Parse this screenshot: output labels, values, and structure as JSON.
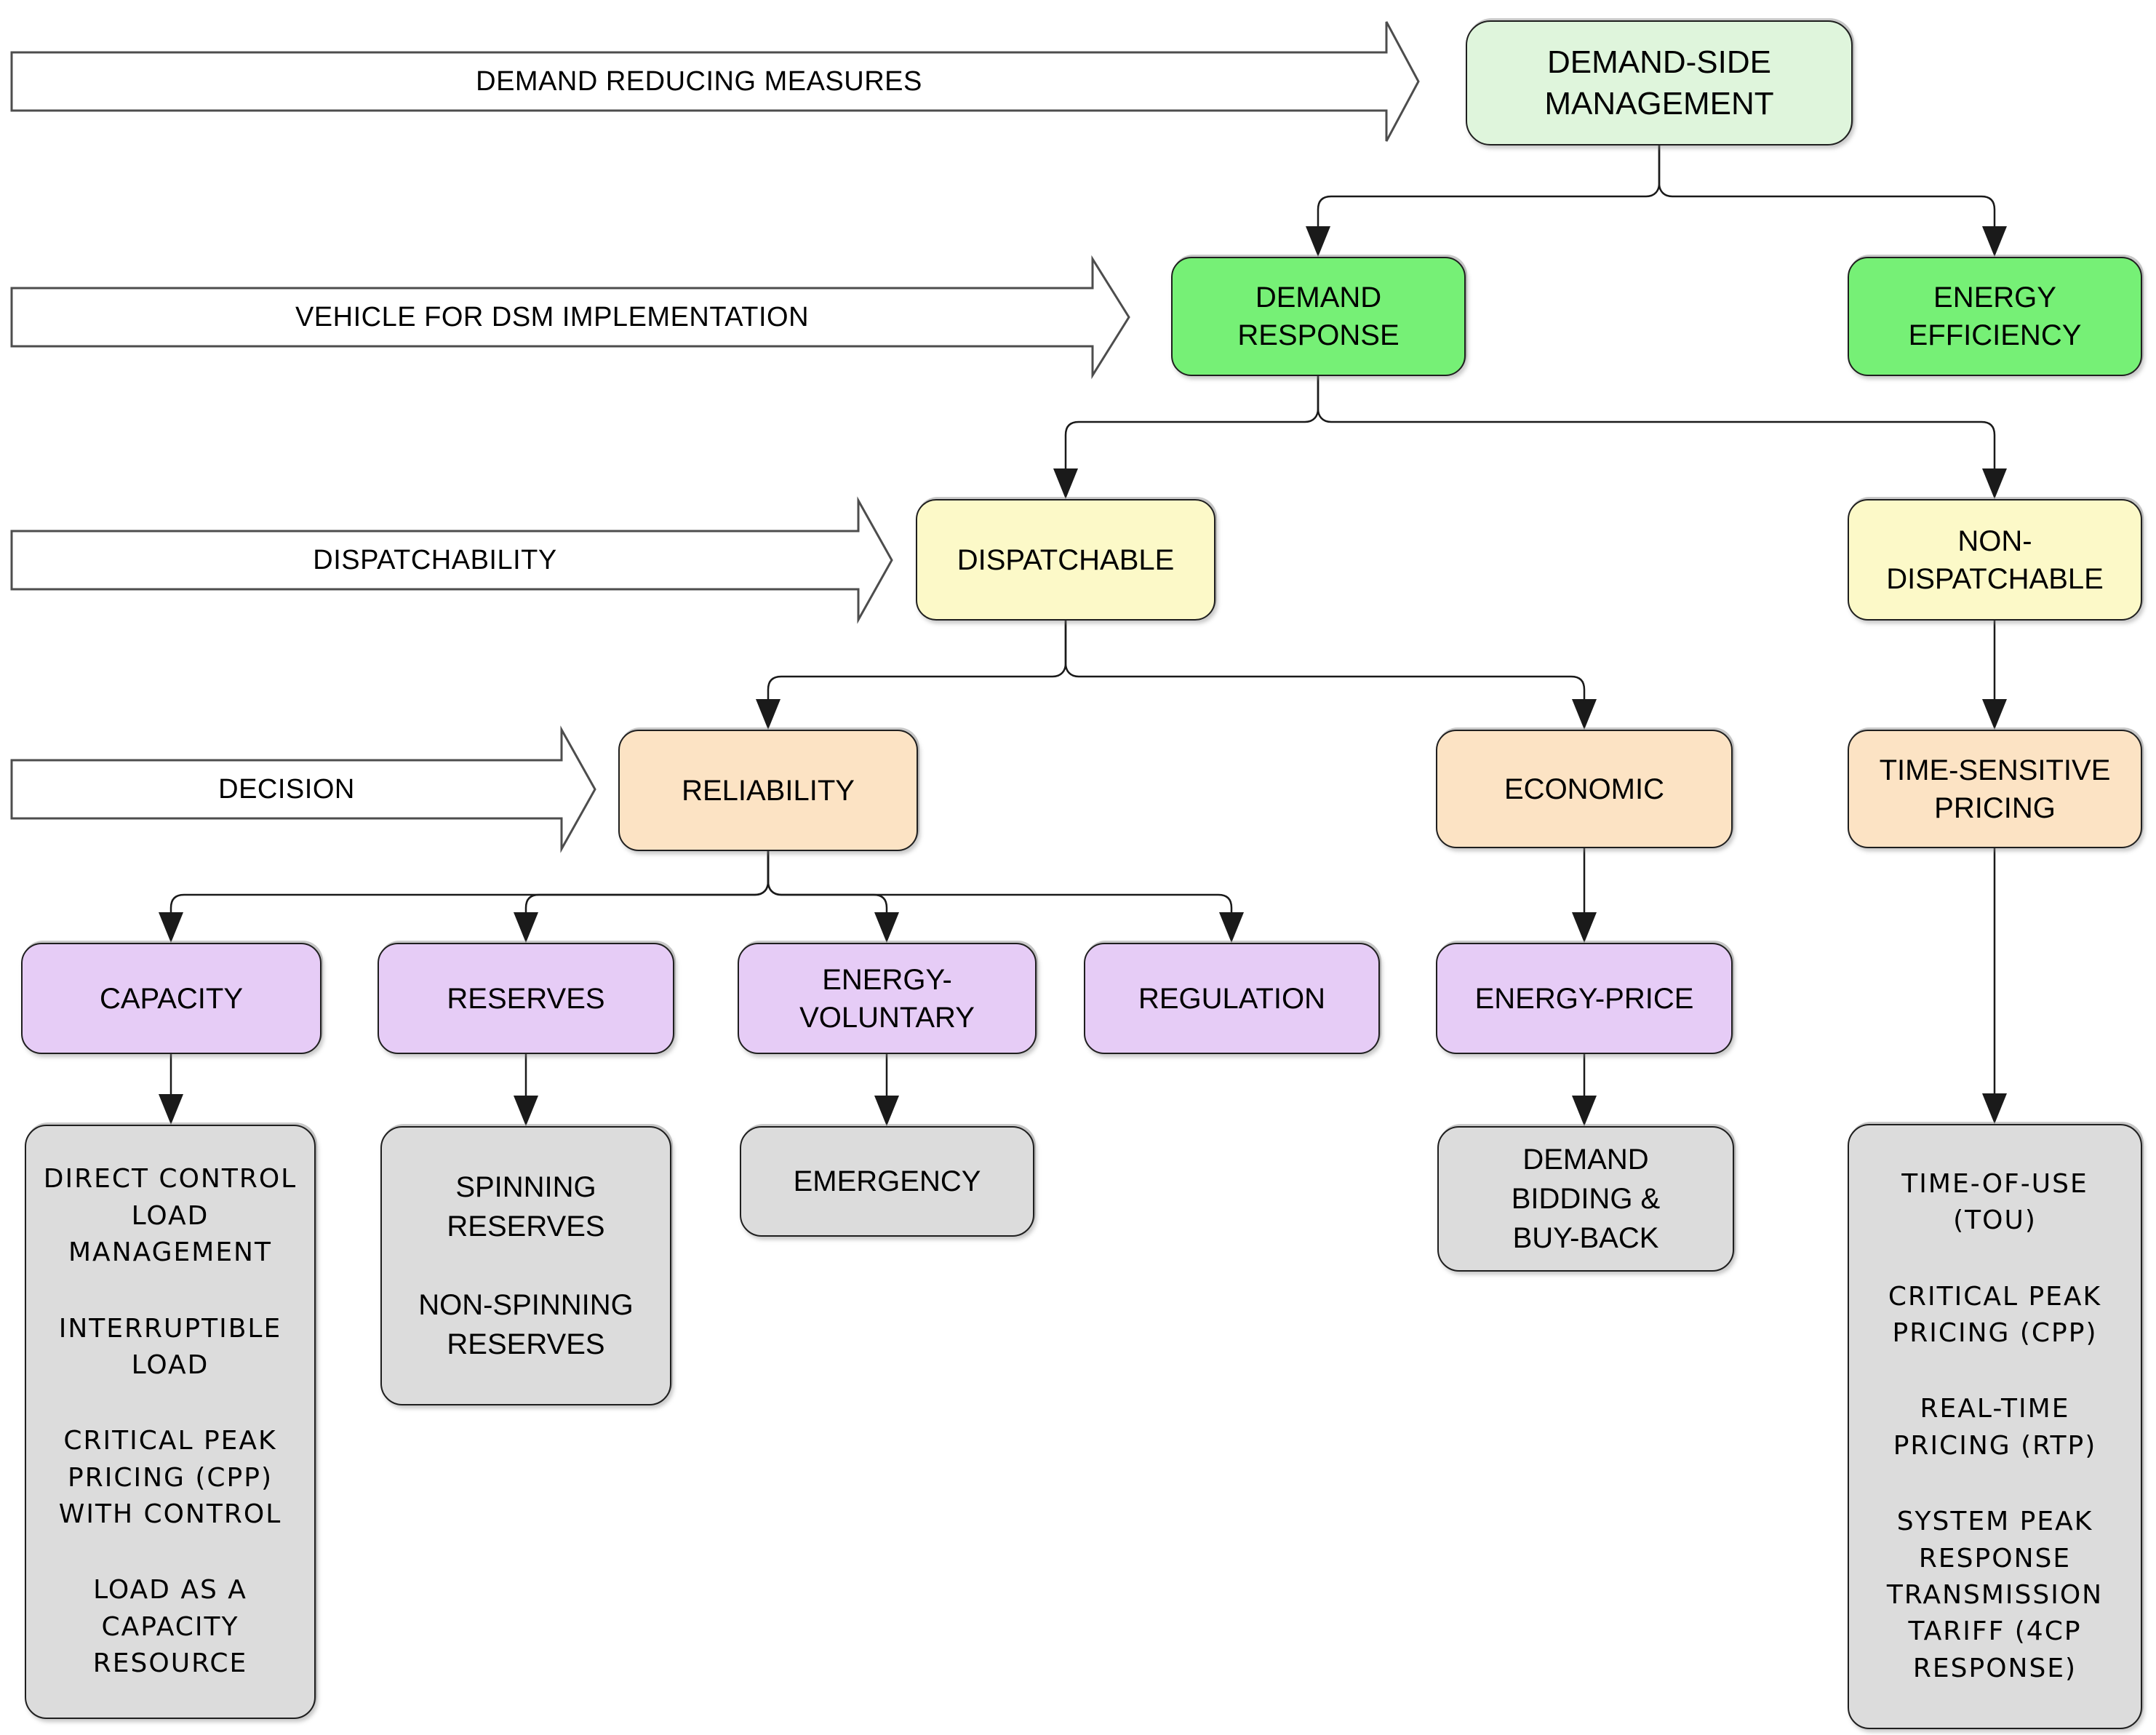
{
  "colors": {
    "root": "#dff5dc",
    "l2": "#76f076",
    "l3": "#fcf9c8",
    "l4": "#fce3c4",
    "l5": "#e6ccf6",
    "leaf": "#dcdcdc",
    "line": "#1a1a1a",
    "arrow_fill": "#ffffff",
    "arrow_stroke": "#4d4d4d"
  },
  "arrows": [
    {
      "label": "DEMAND REDUCING MEASURES"
    },
    {
      "label": "VEHICLE FOR DSM IMPLEMENTATION"
    },
    {
      "label": "DISPATCHABILITY"
    },
    {
      "label": "DECISION"
    }
  ],
  "nodes": {
    "dsm": {
      "label": "DEMAND-SIDE MANAGEMENT"
    },
    "demand_response": {
      "label": "DEMAND RESPONSE"
    },
    "energy_efficiency": {
      "label": "ENERGY EFFICIENCY"
    },
    "dispatchable": {
      "label": "DISPATCHABLE"
    },
    "non_dispatchable": {
      "label": "NON-DISPATCHABLE"
    },
    "reliability": {
      "label": "RELIABILITY"
    },
    "economic": {
      "label": "ECONOMIC"
    },
    "time_sensitive_pricing": {
      "label": "TIME-SENSITIVE PRICING"
    },
    "capacity": {
      "label": "CAPACITY"
    },
    "reserves": {
      "label": "RESERVES"
    },
    "energy_voluntary": {
      "label": "ENERGY-VOLUNTARY"
    },
    "regulation": {
      "label": "REGULATION"
    },
    "energy_price": {
      "label": "ENERGY-PRICE"
    },
    "capacity_programs": {
      "items": [
        "DIRECT CONTROL LOAD MANAGEMENT",
        "INTERRUPTIBLE LOAD",
        "CRITICAL PEAK PRICING (CPP) WITH CONTROL",
        "LOAD AS A CAPACITY RESOURCE"
      ]
    },
    "reserves_programs": {
      "items": [
        "SPINNING RESERVES",
        "NON-SPINNING RESERVES"
      ]
    },
    "energy_voluntary_programs": {
      "items": [
        "EMERGENCY"
      ]
    },
    "energy_price_programs": {
      "items": [
        "DEMAND BIDDING & BUY-BACK"
      ]
    },
    "time_sensitive_programs": {
      "items": [
        "TIME-OF-USE (TOU)",
        "CRITICAL PEAK PRICING (CPP)",
        "REAL-TIME PRICING (RTP)",
        "SYSTEM PEAK RESPONSE TRANSMISSION TARIFF (4CP RESPONSE)"
      ]
    }
  }
}
